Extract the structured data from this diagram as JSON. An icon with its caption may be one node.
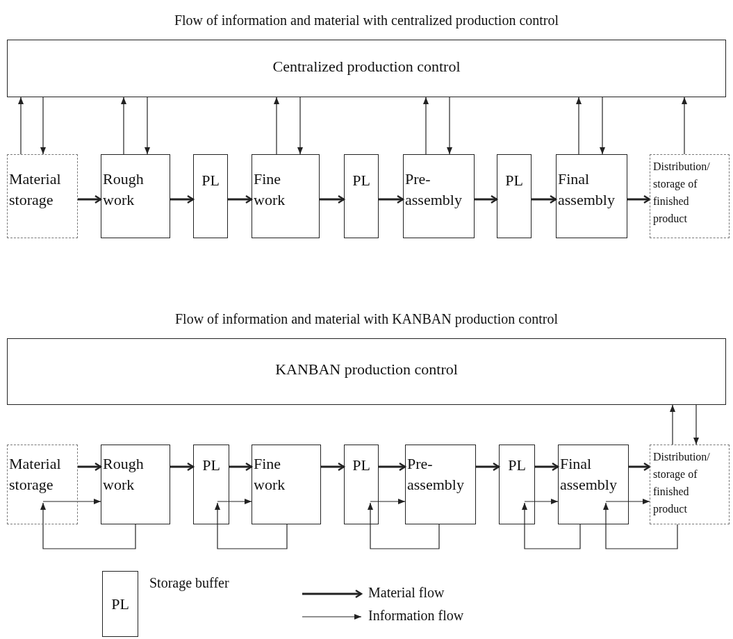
{
  "diagram": {
    "nodes": [
      {
        "text": [
          "Centralized production control"
        ]
      },
      {
        "text": [
          "Material storage"
        ]
      },
      {
        "text": [
          "Rough work"
        ]
      },
      {
        "text": [
          "PL"
        ]
      },
      {
        "text": [
          "Fine work"
        ]
      },
      {
        "text": [
          "PL"
        ]
      },
      {
        "text": [
          "Pre-assembly"
        ]
      },
      {
        "text": [
          "PL"
        ]
      },
      {
        "text": [
          "Final assembly"
        ]
      },
      {
        "text": [
          "Distribution/ storage of finished product"
        ]
      },
      {
        "text": [
          "KANBAN production control"
        ]
      },
      {
        "text": [
          "Material storage"
        ]
      },
      {
        "text": [
          "Rough work"
        ]
      },
      {
        "text": [
          "PL"
        ]
      },
      {
        "text": [
          "Fine work"
        ]
      },
      {
        "text": [
          "PL"
        ]
      },
      {
        "text": [
          "Pre-assembly"
        ]
      },
      {
        "text": [
          "PL"
        ]
      },
      {
        "text": [
          "Final assembly"
        ]
      },
      {
        "text": [
          "Distribution/ storage of finished product"
        ]
      },
      {
        "text": [
          "PL"
        ],
        "beside": [
          "Storage buffer"
        ]
      }
    ],
    "edges": [
      {
        "from": 1,
        "to": 0,
        "arrow": "to"
      },
      {
        "from": 0,
        "to": 1,
        "arrow": "to"
      },
      {
        "from": 2,
        "to": 0,
        "arrow": "to"
      },
      {
        "from": 0,
        "to": 2,
        "arrow": "to"
      },
      {
        "from": 4,
        "to": 0,
        "arrow": "to"
      },
      {
        "from": 0,
        "to": 4,
        "arrow": "to"
      },
      {
        "from": 6,
        "to": 0,
        "arrow": "to"
      },
      {
        "from": 0,
        "to": 6,
        "arrow": "to"
      },
      {
        "from": 8,
        "to": 0,
        "arrow": "to"
      },
      {
        "from": 0,
        "to": 8,
        "arrow": "to"
      },
      {
        "from": 9,
        "to": 0,
        "arrow": "to"
      },
      {
        "from": 1,
        "to": 2,
        "arrow": "to",
        "style": "thick"
      },
      {
        "from": 2,
        "to": 3,
        "arrow": "to",
        "style": "thick"
      },
      {
        "from": 3,
        "to": 4,
        "arrow": "to",
        "style": "thick"
      },
      {
        "from": 4,
        "to": 5,
        "arrow": "to",
        "style": "thick"
      },
      {
        "from": 5,
        "to": 6,
        "arrow": "to",
        "style": "thick"
      },
      {
        "from": 6,
        "to": 7,
        "arrow": "to",
        "style": "thick"
      },
      {
        "from": 7,
        "to": 8,
        "arrow": "to",
        "style": "thick"
      },
      {
        "from": 8,
        "to": 9,
        "arrow": "to",
        "style": "thick"
      },
      {
        "from": 11,
        "to": 12,
        "arrow": "to",
        "style": "thick"
      },
      {
        "from": 12,
        "to": 13,
        "arrow": "to",
        "style": "thick"
      },
      {
        "from": 13,
        "to": 14,
        "arrow": "to",
        "style": "thick"
      },
      {
        "from": 14,
        "to": 15,
        "arrow": "to",
        "style": "thick"
      },
      {
        "from": 15,
        "to": 16,
        "arrow": "to",
        "style": "thick"
      },
      {
        "from": 16,
        "to": 17,
        "arrow": "to",
        "style": "thick"
      },
      {
        "from": 17,
        "to": 18,
        "arrow": "to",
        "style": "thick"
      },
      {
        "from": 18,
        "to": 19,
        "arrow": "to",
        "style": "thick"
      },
      {
        "from": 19,
        "to": 10,
        "arrow": "to"
      },
      {
        "from": 10,
        "to": 19,
        "arrow": "to"
      },
      {
        "from": 12,
        "to": 11,
        "arrow": "to"
      },
      {
        "from": 11,
        "to": 12,
        "arrow": "to"
      },
      {
        "from": 14,
        "to": 13,
        "arrow": "to"
      },
      {
        "from": 13,
        "to": 14,
        "arrow": "to"
      },
      {
        "from": 16,
        "to": 15,
        "arrow": "to"
      },
      {
        "from": 15,
        "to": 16,
        "arrow": "to"
      },
      {
        "from": 18,
        "to": 17,
        "arrow": "to"
      },
      {
        "from": 17,
        "to": 18,
        "arrow": "to"
      },
      {
        "from": 19,
        "to": 18,
        "arrow": "to"
      },
      {
        "from": 18,
        "to": 19,
        "arrow": "to"
      }
    ],
    "labels": [
      "Flow of information and material with centralized production control",
      "Flow of information and material with KANBAN production control"
    ],
    "legend": [
      {
        "text": "Material flow"
      },
      {
        "text": "Information flow"
      }
    ]
  }
}
